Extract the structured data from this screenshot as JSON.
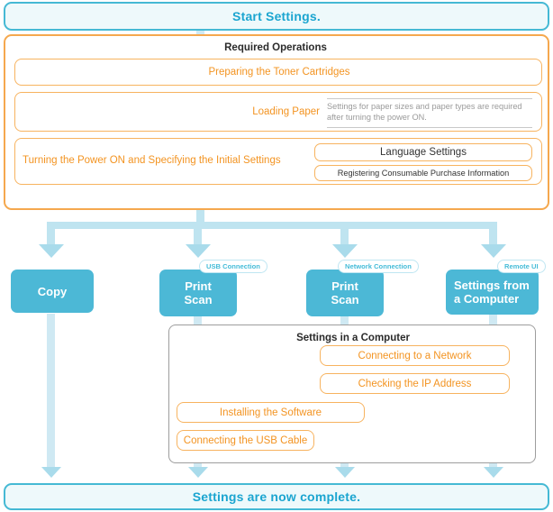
{
  "diagram": {
    "start": {
      "label": "Start Settings."
    },
    "end": {
      "label": "Settings are now complete."
    },
    "required_operations": {
      "title": "Required Operations",
      "steps": [
        {
          "label": "Preparing the Toner Cartridges"
        },
        {
          "label": "Loading Paper",
          "note": "Settings for paper sizes and paper types are required after turning the power ON."
        },
        {
          "label": "Turning the Power ON and Specifying the Initial Settings",
          "sub_items": [
            {
              "label": "Language Settings"
            },
            {
              "label": "Registering Consumable Purchase Information"
            }
          ]
        }
      ]
    },
    "branches": [
      {
        "label": "Copy",
        "badge": ""
      },
      {
        "label": "Print\nScan",
        "line1": "Print",
        "line2": "Scan",
        "badge": "USB Connection"
      },
      {
        "label": "Print\nScan",
        "line1": "Print",
        "line2": "Scan",
        "badge": "Network Connection"
      },
      {
        "label": "Settings from a Computer",
        "line1": "Settings from",
        "line2": "a Computer",
        "badge": "Remote UI"
      }
    ],
    "computer_settings": {
      "title": "Settings in a Computer",
      "buttons": [
        {
          "label": "Connecting to a Network"
        },
        {
          "label": "Checking the IP Address"
        },
        {
          "label": "Installing the Software"
        },
        {
          "label": "Connecting the USB Cable"
        }
      ]
    }
  },
  "colors": {
    "accent_blue": "#1ba5d0",
    "box_blue": "#4cb8d6",
    "connector_blue": "#bfe4f0",
    "accent_orange": "#f39422",
    "border_orange": "#f7b35f",
    "border_grey": "#9d9d9d",
    "note_grey": "#9a9a9a",
    "panel_bg": "#eef9fb"
  }
}
